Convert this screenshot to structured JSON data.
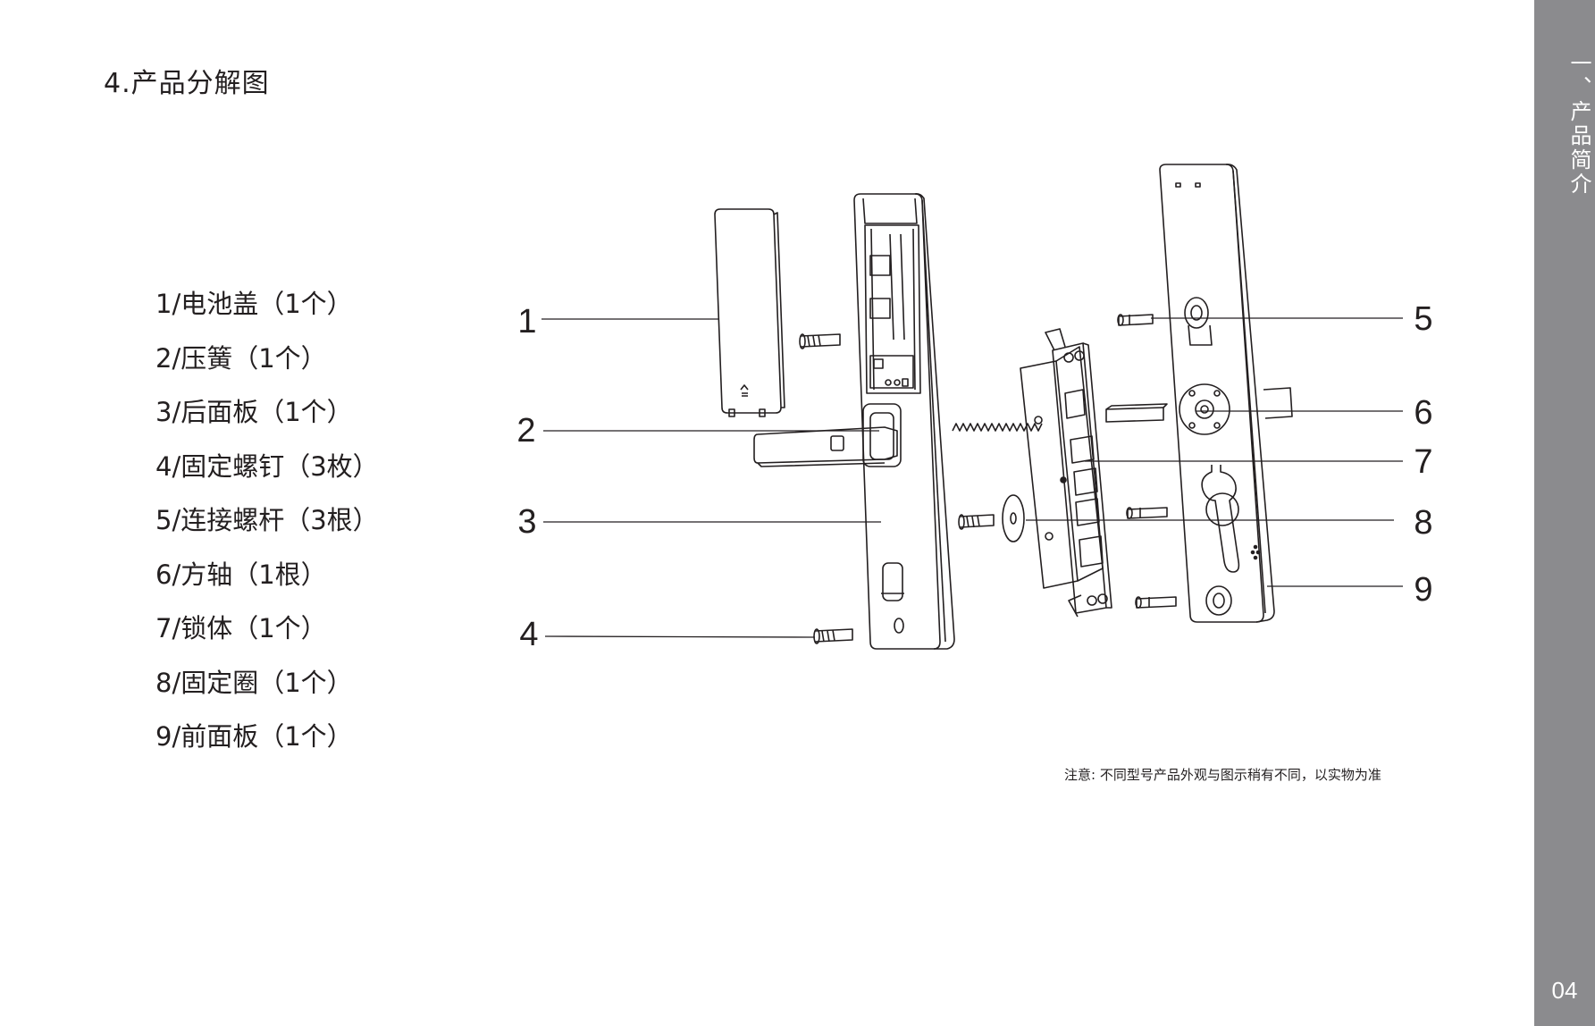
{
  "page": {
    "section_title": "4.产品分解图",
    "note": "注意: 不同型号产品外观与图示稍有不同，以实物为准",
    "chapter_label": "一、产品简介",
    "page_number": "04"
  },
  "parts_list": [
    "1/电池盖（1个）",
    "2/压簧（1个）",
    "3/后面板（1个）",
    "4/固定螺钉（3枚）",
    "5/连接螺杆（3根）",
    "6/方轴（1根）",
    "7/锁体（1个）",
    "8/固定圈（1个）",
    "9/前面板（1个）"
  ],
  "callouts": [
    "1",
    "2",
    "3",
    "4",
    "5",
    "6",
    "7",
    "8",
    "9"
  ],
  "colors": {
    "sidebar": "#8b8b8e",
    "text": "#231f20",
    "line": "#231f20"
  }
}
